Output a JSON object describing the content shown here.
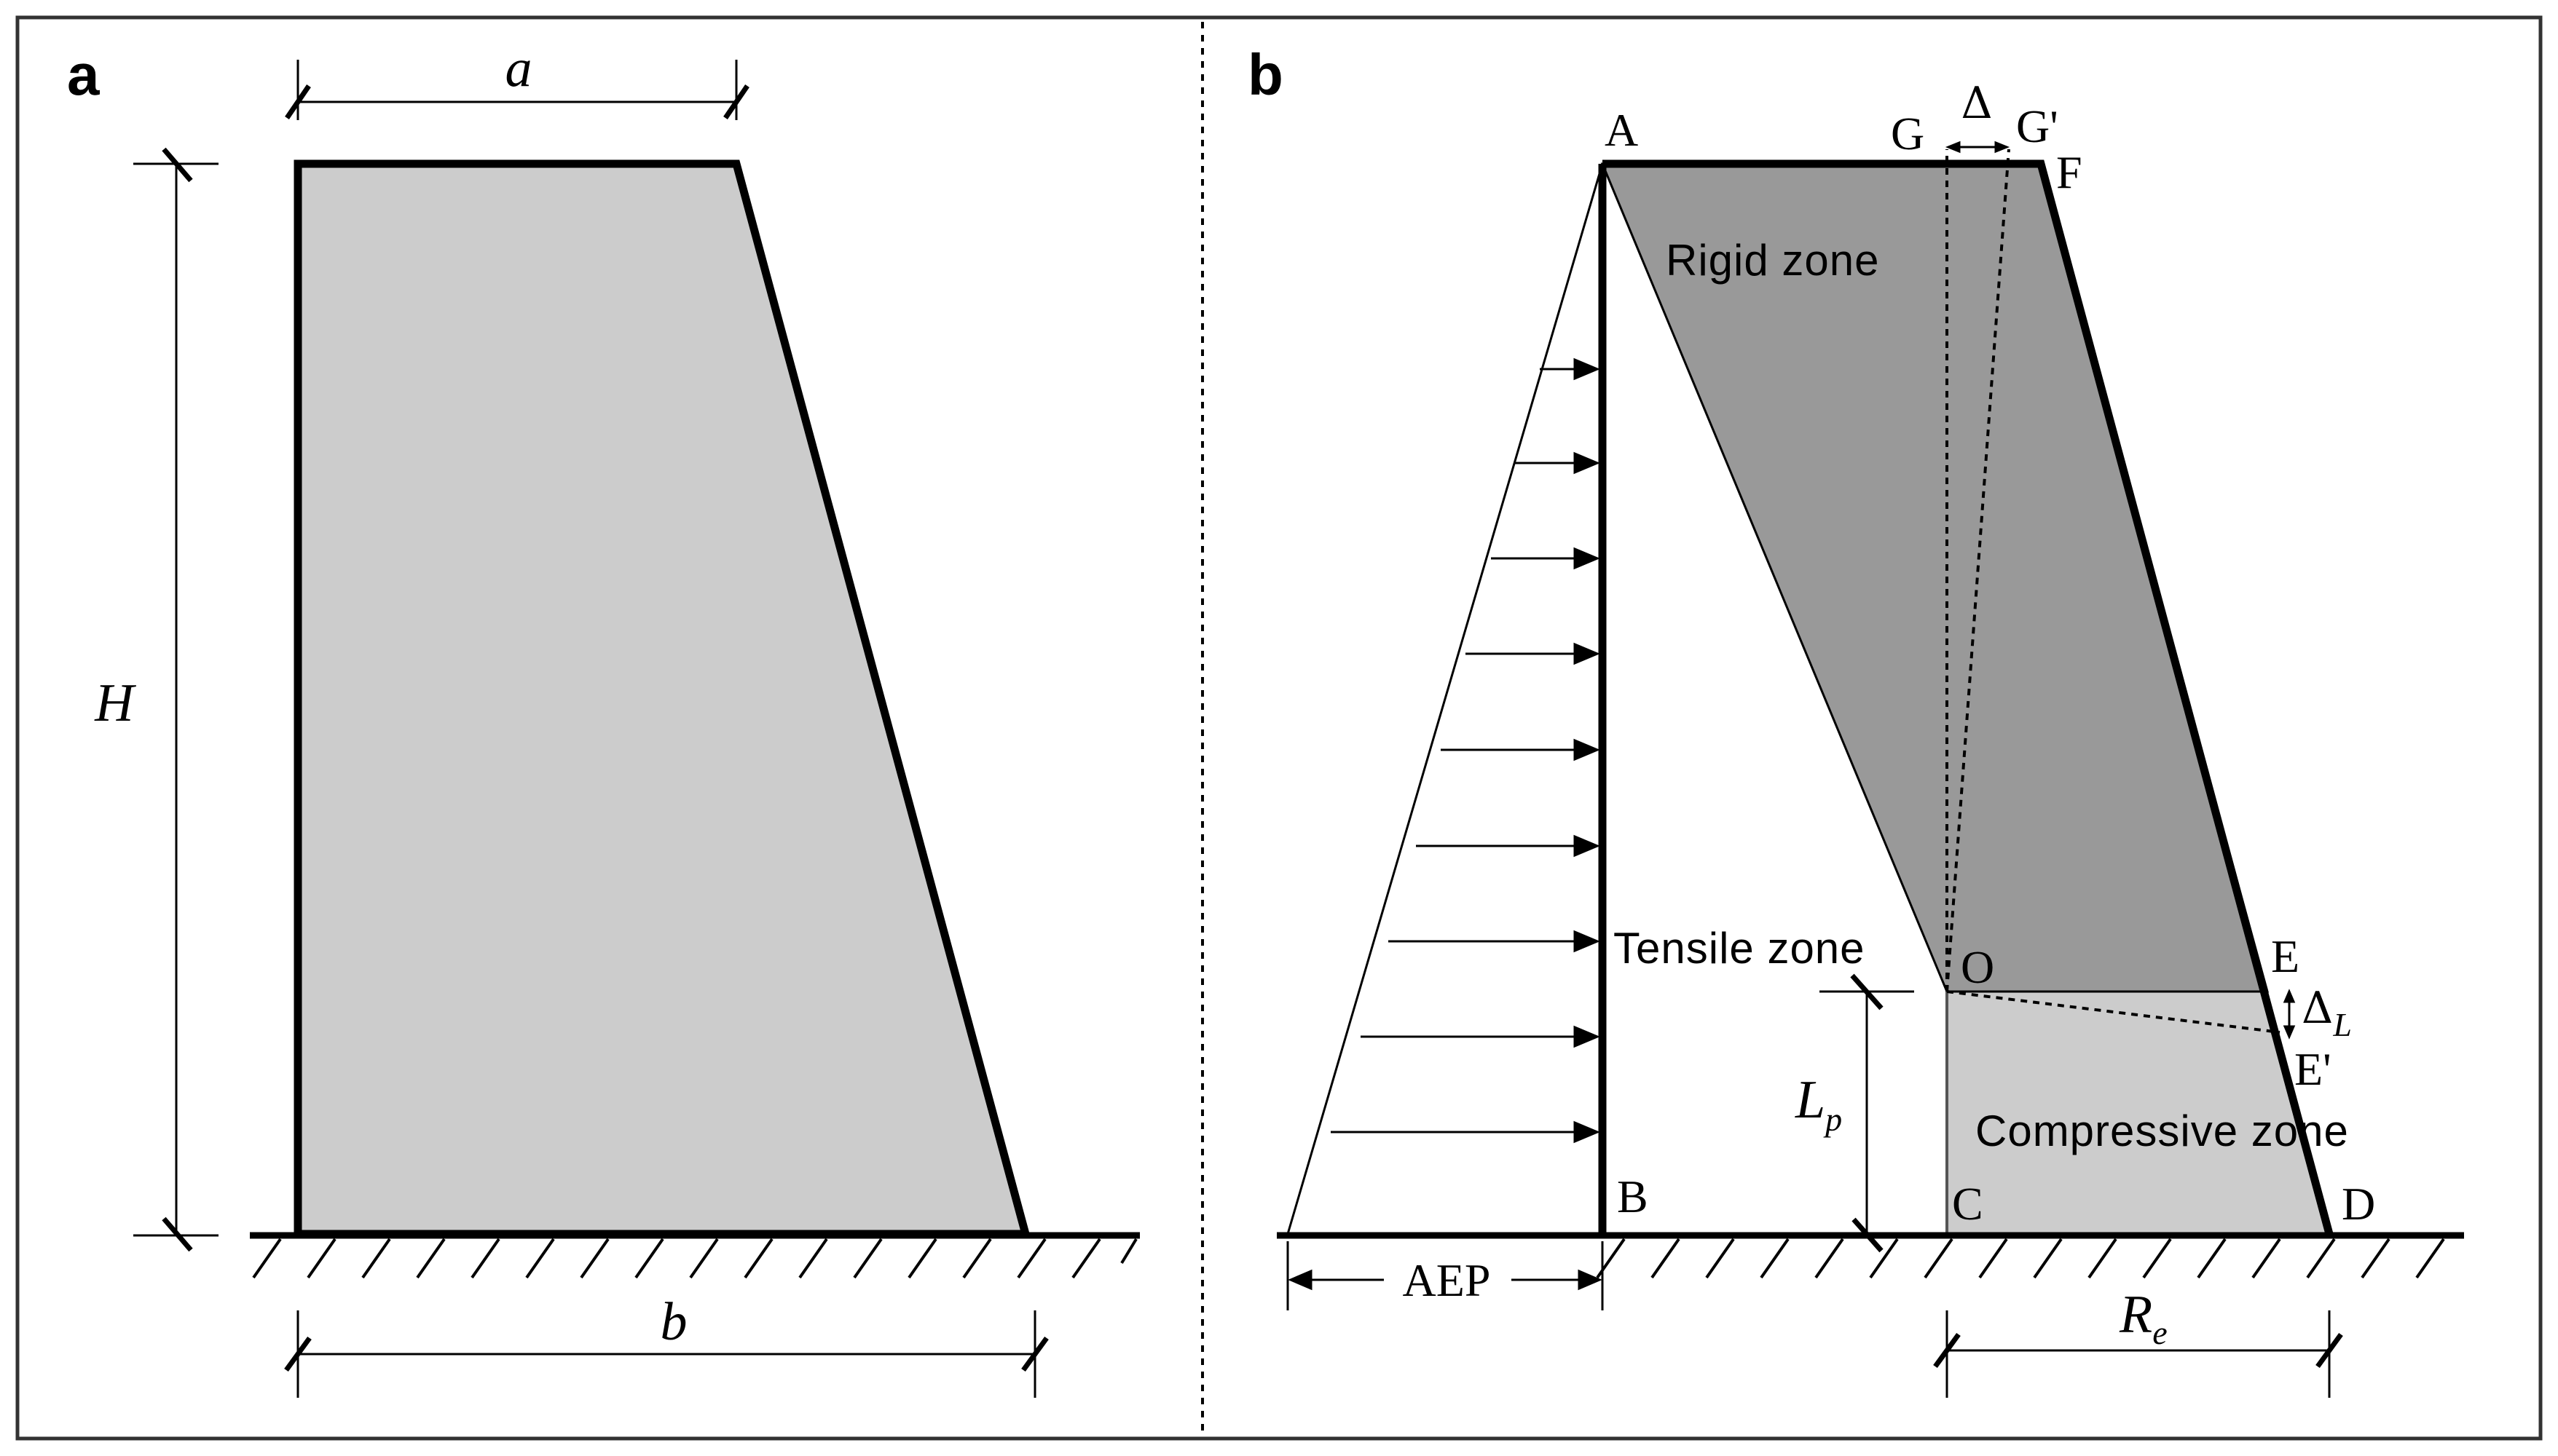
{
  "colors": {
    "light_fill": "#cccccc",
    "dark_fill": "#999999",
    "stroke": "#000000"
  },
  "panel_a": {
    "letter": "a",
    "labels": {
      "top_width": "a",
      "height": "H",
      "base_width": "b"
    }
  },
  "panel_b": {
    "letter": "b",
    "points": {
      "A": "A",
      "B": "B",
      "C": "C",
      "D": "D",
      "E": "E",
      "E_prime": "E'",
      "F": "F",
      "G": "G",
      "G_prime": "G'",
      "O": "O"
    },
    "delta": "Δ",
    "delta_L": {
      "symbol": "Δ",
      "sub": "L"
    },
    "L_p": {
      "main": "L",
      "sub": "p"
    },
    "R_e": {
      "main": "R",
      "sub": "e"
    },
    "aep": "AEP",
    "zones": {
      "rigid": "Rigid zone",
      "tensile": "Tensile zone",
      "compressive": "Compressive zone"
    }
  }
}
